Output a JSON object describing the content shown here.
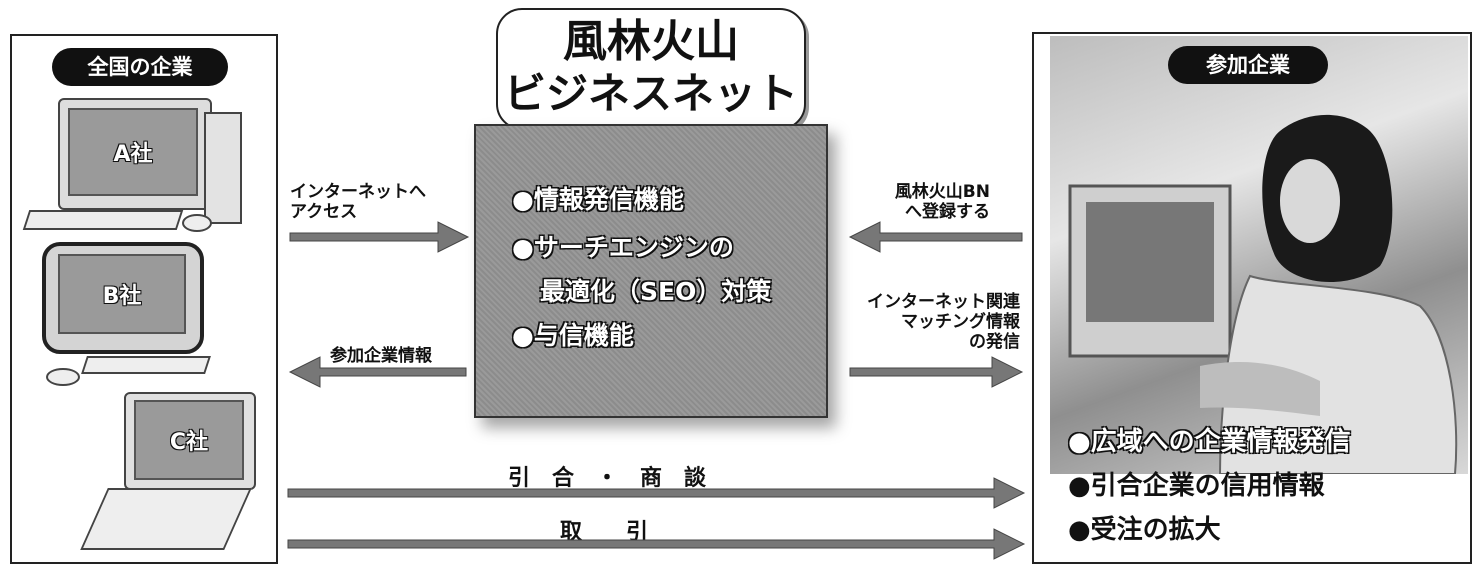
{
  "title": {
    "line1": "風林火山",
    "line2": "ビジネスネット"
  },
  "left_panel": {
    "badge": "全国の企業",
    "companies": [
      "A社",
      "B社",
      "C社"
    ]
  },
  "right_panel": {
    "badge": "参加企業",
    "benefits": [
      "●広域への企業情報発信",
      "●引合企業の信用情報",
      "●受注の拡大"
    ]
  },
  "center_features": {
    "item1": "●情報発信機能",
    "item2": "●サーチエンジンの",
    "item2_cont": "最適化（SEO）対策",
    "item3": "●与信機能"
  },
  "flows": {
    "internet_access": {
      "line1": "インターネットへ",
      "line2": "アクセス"
    },
    "company_info": "参加企業情報",
    "register": {
      "line1": "風林火山BN",
      "line2": "へ登録する"
    },
    "matching": {
      "line1": "インターネット関連",
      "line2": "マッチング情報",
      "line3": "の発信"
    },
    "inquiry": "引　合　・　商　談",
    "transaction": "取　　引"
  },
  "colors": {
    "arrow": "#777777",
    "box": "#999999",
    "dark": "#111111"
  }
}
